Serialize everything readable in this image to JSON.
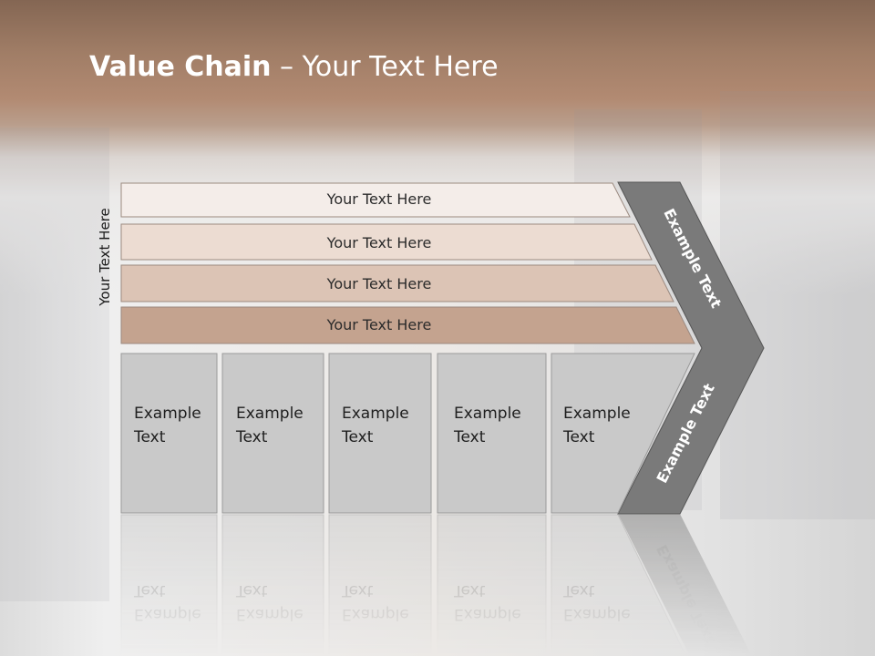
{
  "slide": {
    "title_bold": "Value Chain",
    "title_rest": " – Your Text Here",
    "side_label": "Your Text Here"
  },
  "rows": [
    {
      "label": "Your Text Here",
      "color": "#f4ede9"
    },
    {
      "label": "Your Text Here",
      "color": "#ecdcd2"
    },
    {
      "label": "Your Text Here",
      "color": "#dcc4b5"
    },
    {
      "label": "Your Text Here",
      "color": "#c4a38f"
    }
  ],
  "columns": [
    {
      "line1": "Example",
      "line2": "Text"
    },
    {
      "line1": "Example",
      "line2": "Text"
    },
    {
      "line1": "Example",
      "line2": "Text"
    },
    {
      "line1": "Example",
      "line2": "Text"
    },
    {
      "line1": "Example",
      "line2": "Text"
    }
  ],
  "chevron": {
    "upper_label": "Example Text",
    "lower_label": "Example Text",
    "color": "#7a7a7a"
  },
  "colors": {
    "cell_fill": "#c9c9c9",
    "cell_stroke": "#9a9a9a"
  }
}
